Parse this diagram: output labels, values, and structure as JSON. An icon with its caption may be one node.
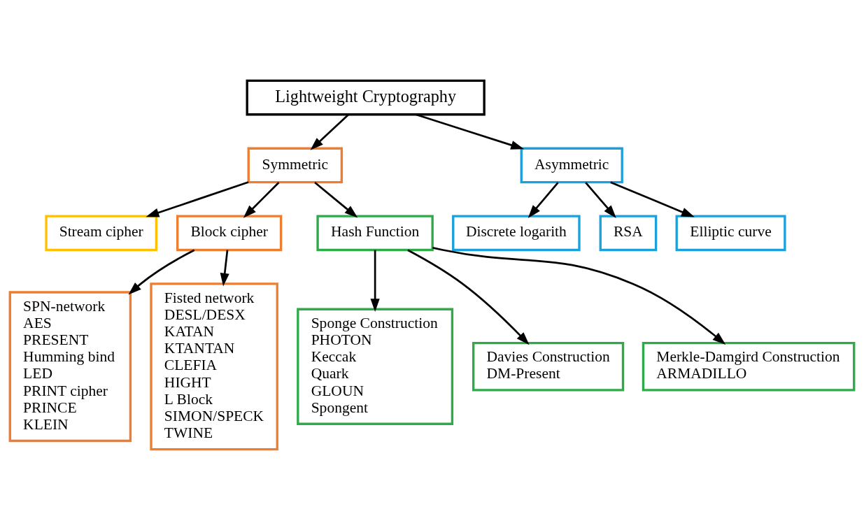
{
  "diagram": {
    "nodes": [
      {
        "text": [
          "Lightweight Cryptography"
        ]
      },
      {
        "text": [
          "Symmetric"
        ]
      },
      {
        "text": [
          "Asymmetric"
        ]
      },
      {
        "text": [
          "Stream cipher"
        ]
      },
      {
        "text": [
          "Block cipher"
        ]
      },
      {
        "text": [
          "Hash Function"
        ]
      },
      {
        "text": [
          "Discrete logarith"
        ]
      },
      {
        "text": [
          "RSA"
        ]
      },
      {
        "text": [
          "Elliptic curve"
        ]
      },
      {
        "text": [
          "SPN-network",
          "AES",
          "PRESENT",
          "Humming bind",
          "LED",
          "PRINT cipher",
          "PRINCE",
          "KLEIN"
        ]
      },
      {
        "text": [
          "Fisted network",
          "DESL/DESX",
          "KATAN",
          "KTANTAN",
          "CLEFIA",
          "HIGHT",
          "L Block",
          "SIMON/SPECK",
          "TWINE"
        ]
      },
      {
        "text": [
          "Sponge Construction",
          "PHOTON",
          "Keccak",
          "Quark",
          "GLOUN",
          "Spongent"
        ]
      },
      {
        "text": [
          "Davies Construction",
          "DM-Present"
        ]
      },
      {
        "text": [
          "Merkle-Damgird Construction",
          "ARMADILLO"
        ]
      }
    ],
    "edges": [
      {
        "from": 0,
        "to": 1,
        "arrow": "to"
      },
      {
        "from": 0,
        "to": 2,
        "arrow": "to"
      },
      {
        "from": 1,
        "to": 3,
        "arrow": "to"
      },
      {
        "from": 1,
        "to": 4,
        "arrow": "to"
      },
      {
        "from": 1,
        "to": 5,
        "arrow": "to"
      },
      {
        "from": 2,
        "to": 6,
        "arrow": "to"
      },
      {
        "from": 2,
        "to": 7,
        "arrow": "to"
      },
      {
        "from": 2,
        "to": 8,
        "arrow": "to"
      },
      {
        "from": 4,
        "to": 9,
        "arrow": "to"
      },
      {
        "from": 4,
        "to": 10,
        "arrow": "to"
      },
      {
        "from": 5,
        "to": 11,
        "arrow": "to"
      },
      {
        "from": 5,
        "to": 12,
        "arrow": "to"
      },
      {
        "from": 5,
        "to": 13,
        "arrow": "to"
      }
    ]
  }
}
